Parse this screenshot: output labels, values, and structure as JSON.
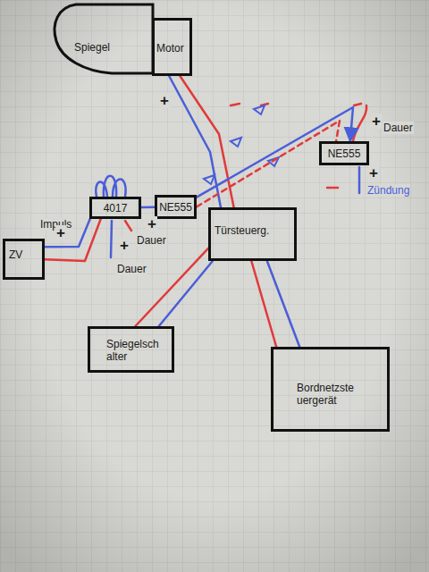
{
  "diagram": {
    "nodes": [
      {
        "text": [
          "Spiegel"
        ]
      },
      {
        "text": [
          "Motor"
        ]
      },
      {
        "text": [
          "4017"
        ]
      },
      {
        "text": [
          "NE555"
        ]
      },
      {
        "text": [
          "ZV"
        ]
      },
      {
        "text": [
          "Türsteuerg."
        ]
      },
      {
        "text": [
          "NE555"
        ]
      },
      {
        "text": [
          "Spiegelsch alter"
        ]
      },
      {
        "text": [
          "Bordnetzste uergerät"
        ]
      }
    ],
    "edges": [
      {
        "from": 1,
        "to": 5,
        "arrow": "none"
      },
      {
        "from": 1,
        "to": 5,
        "arrow": "none"
      },
      {
        "from": 4,
        "to": 2,
        "arrow": "none"
      },
      {
        "from": 4,
        "to": 2,
        "arrow": "none"
      },
      {
        "from": 2,
        "to": 3,
        "arrow": "none"
      },
      {
        "from": 3,
        "to": 6,
        "arrow": "to"
      },
      {
        "from": 3,
        "to": 6,
        "arrow": "none"
      },
      {
        "from": 5,
        "to": 7,
        "arrow": "none"
      },
      {
        "from": 5,
        "to": 7,
        "arrow": "none"
      },
      {
        "from": 5,
        "to": 8,
        "arrow": "none"
      },
      {
        "from": 5,
        "to": 8,
        "arrow": "none"
      }
    ],
    "labels": [
      "+",
      "Dauer",
      "+",
      "+",
      "Zündung",
      "Impuls",
      "+",
      "+",
      "Dauer",
      "+",
      "Dauer"
    ]
  }
}
